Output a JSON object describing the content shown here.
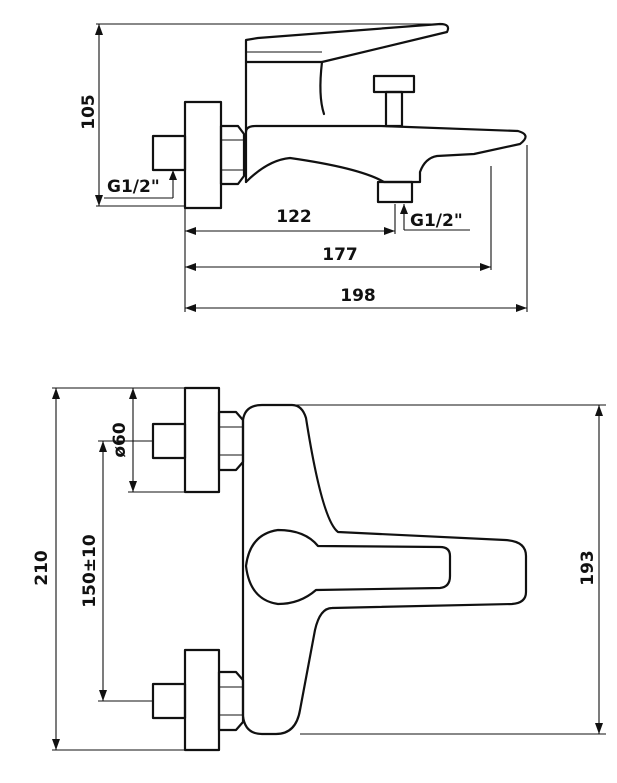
{
  "views": {
    "side": {
      "dims": {
        "height": "105",
        "inlet_thread": "G1/2\"",
        "outlet_thread": "G1/2\"",
        "to_outlet": "122",
        "to_spout_tip": "177",
        "overall_length": "198"
      }
    },
    "top": {
      "dims": {
        "overall_height": "210",
        "inlet_diameter": "ø60",
        "centers": "150±10",
        "body_height": "193"
      }
    }
  }
}
